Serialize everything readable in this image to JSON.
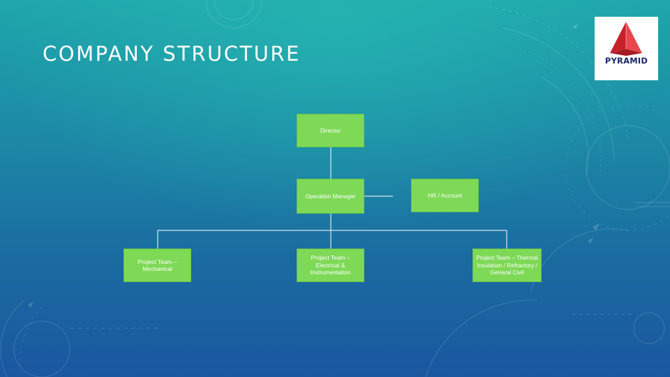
{
  "slide": {
    "title": "COMPANY STRUCTURE"
  },
  "logo": {
    "text": "PYRAMID",
    "colors": {
      "pyramid": "#e0313a",
      "text": "#1b2a6b"
    }
  },
  "org_chart": {
    "nodes": {
      "director": "Director",
      "operation_manager": "Operation Manager",
      "hr_account": "HR / Account",
      "team_mechanical": "Project Team – Mechanical",
      "team_electrical": "Project Team – Electrical & Instrumentation",
      "team_thermal": "Project Team – Thermal Insulation / Refractory / General Civil"
    },
    "node_color": "#7ed957"
  }
}
